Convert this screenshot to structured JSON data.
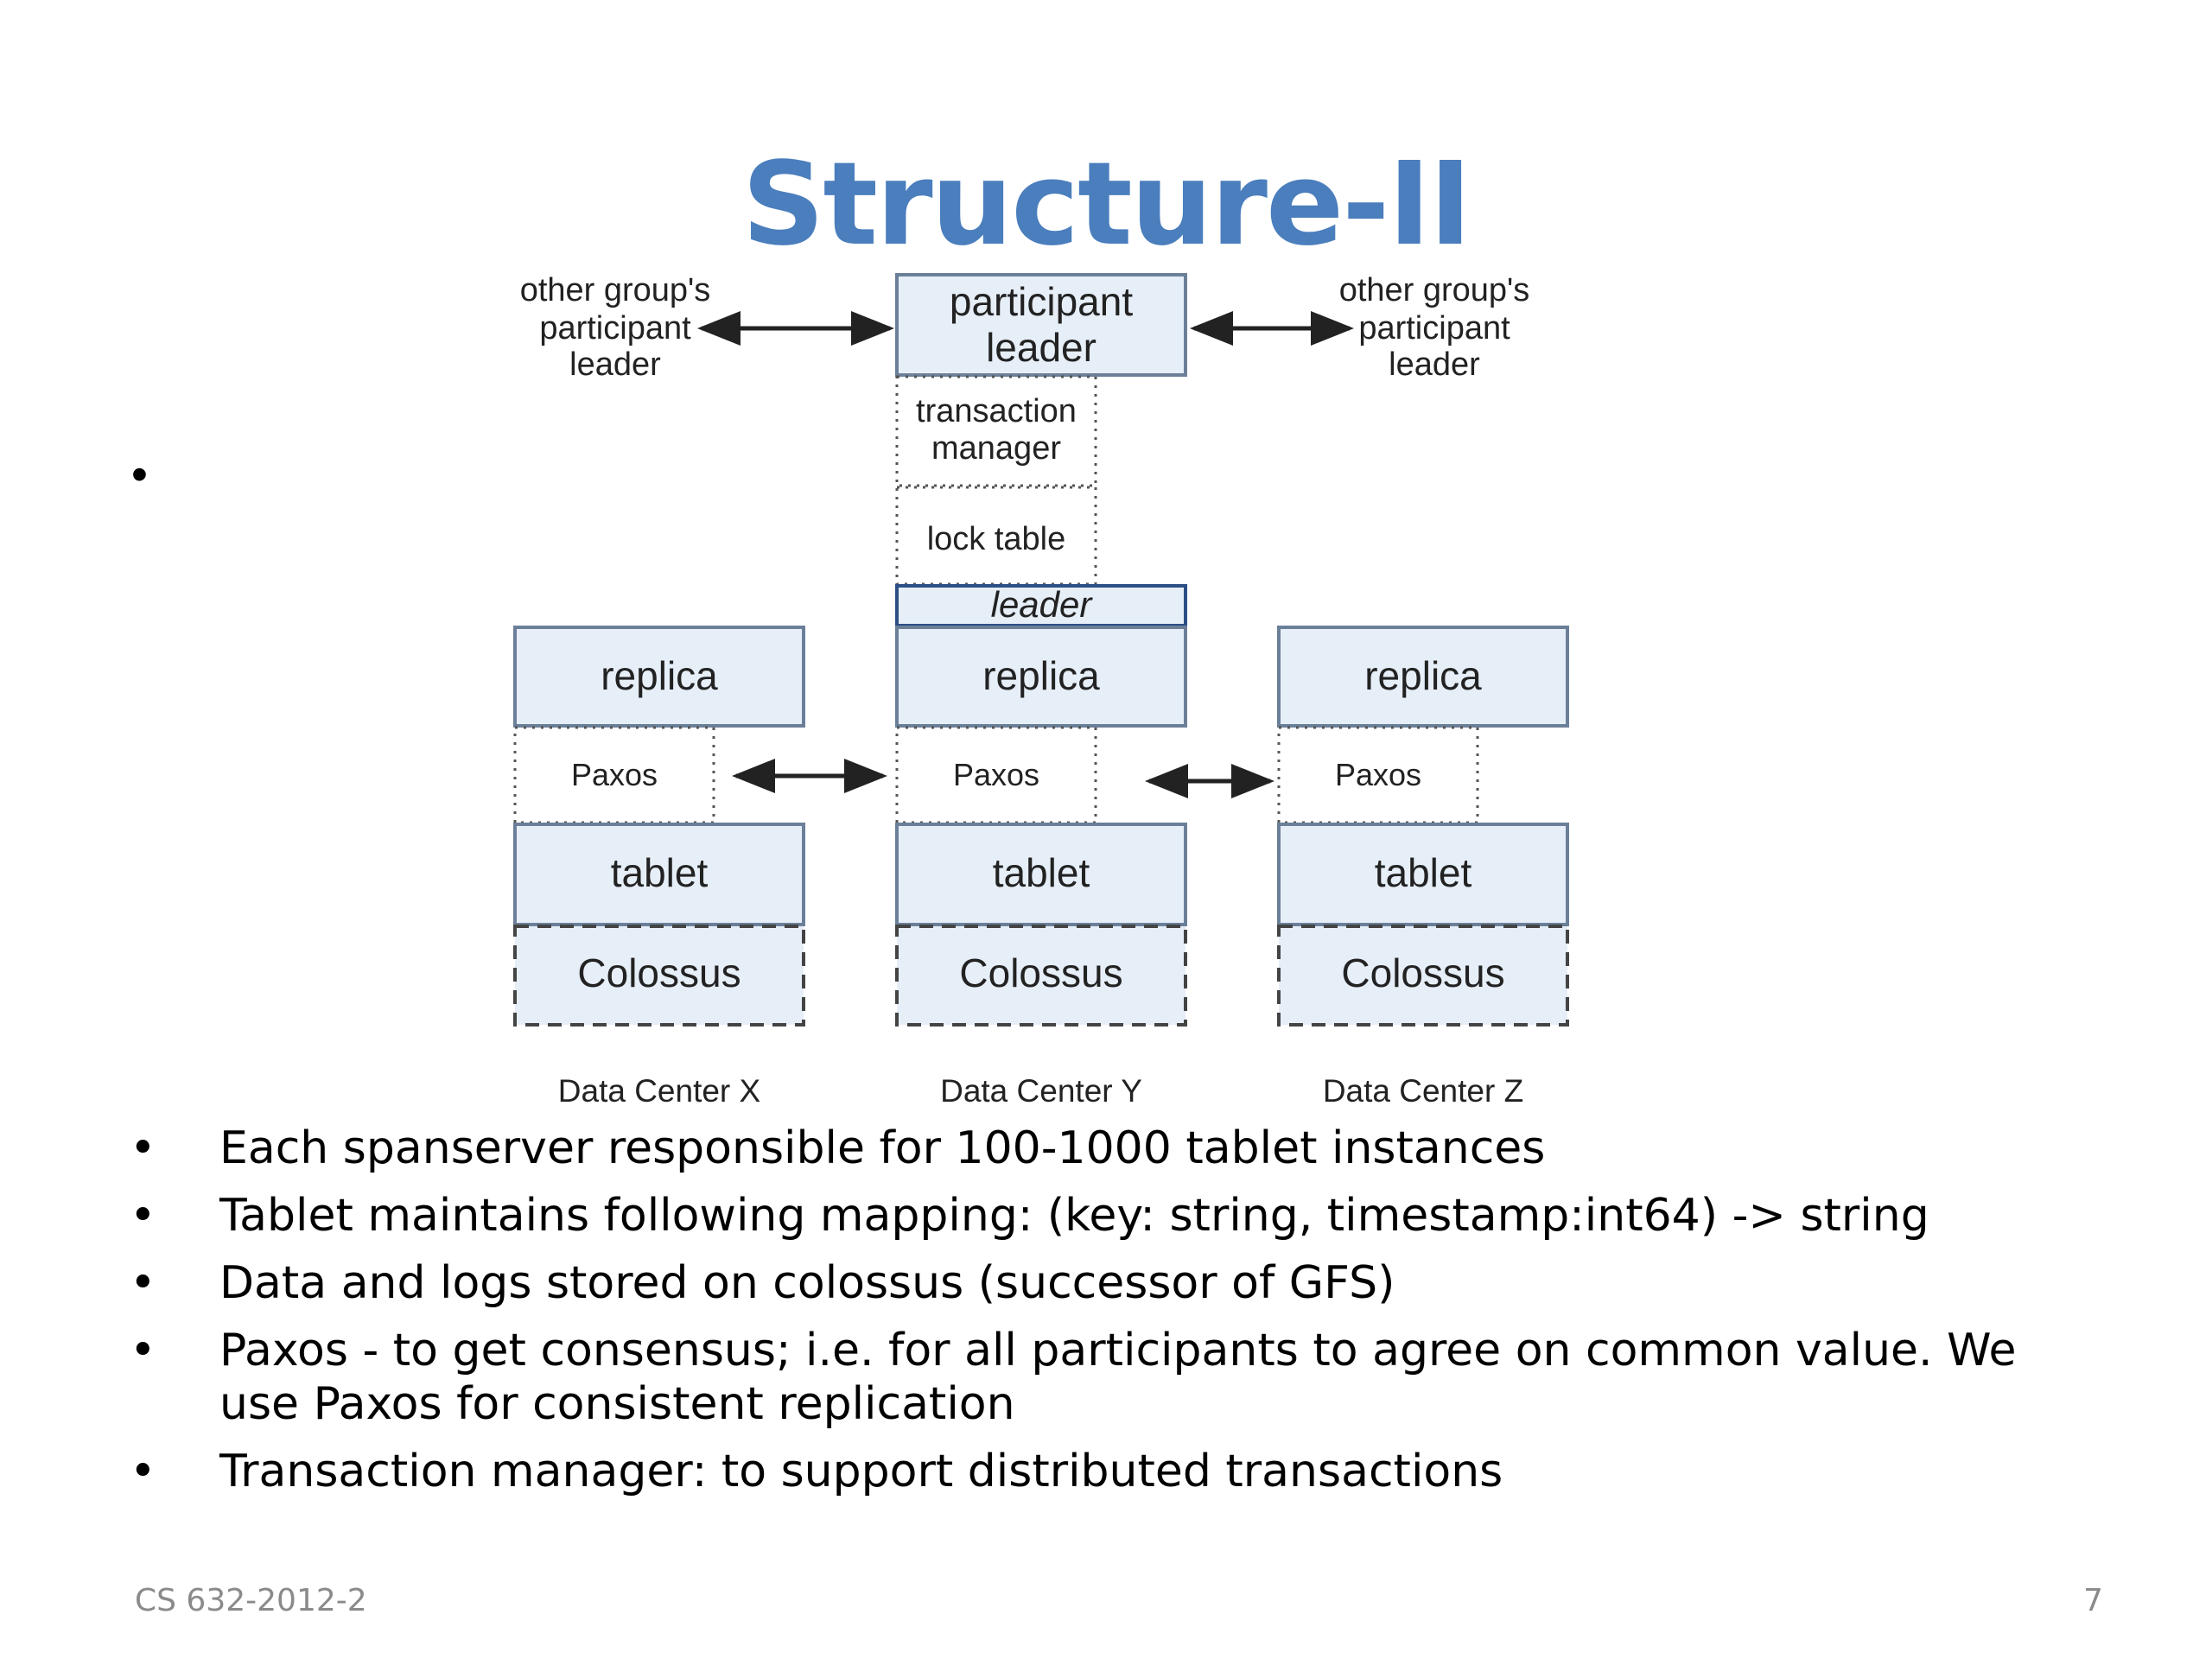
{
  "slide": {
    "title": "Structure-II",
    "footer_left": "CS 632-2012-2",
    "page_number": "7"
  },
  "diagram": {
    "left_outside": [
      "other group's",
      "participant",
      "leader"
    ],
    "right_outside": [
      "other group's",
      "participant",
      "leader"
    ],
    "participant_leader": [
      "participant",
      "leader"
    ],
    "transaction_manager": [
      "transaction",
      "manager"
    ],
    "lock_table": "lock table",
    "leader": "leader",
    "replica": "replica",
    "paxos": "Paxos",
    "tablet": "tablet",
    "colossus": "Colossus",
    "data_centers": [
      "Data Center X",
      "Data Center Y",
      "Data Center Z"
    ]
  },
  "bullets": [
    "",
    "Each spanserver responsible for 100-1000 tablet instances",
    "Tablet maintains following mapping:  (key: string, timestamp:int64) -> string",
    "Data and logs stored on colossus (successor of GFS)",
    "Paxos - to get consensus; i.e. for all participants to agree on common value. We use Paxos for consistent replication",
    "Transaction manager: to support distributed transactions"
  ],
  "bullet_glyph": "•",
  "colors": {
    "title": "#4a7ebd",
    "box_fill": "#e6eef8",
    "box_stroke": "#6b7f99",
    "leader_stroke": "#2c4f86",
    "footer": "#8a8a8a"
  }
}
